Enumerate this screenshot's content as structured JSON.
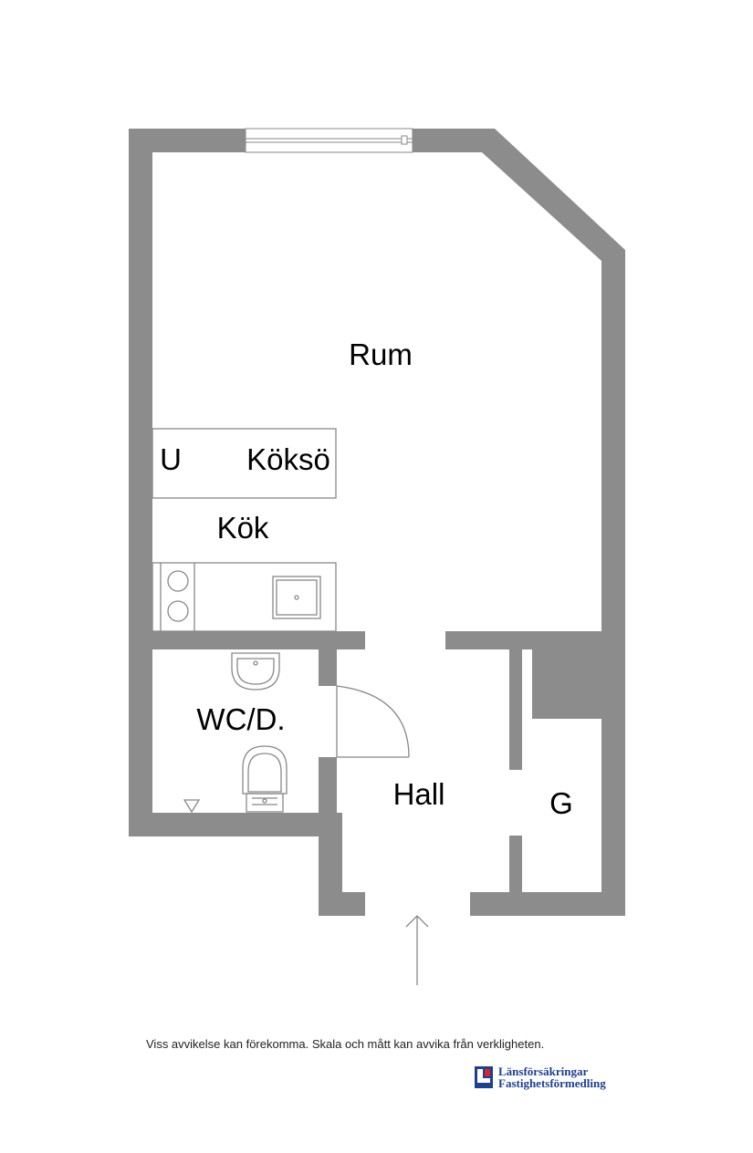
{
  "rooms": {
    "rum": "Rum",
    "u": "U",
    "kokso": "Köksö",
    "kok": "Kök",
    "wc": "WC/D.",
    "hall": "Hall",
    "g": "G"
  },
  "footer": {
    "disclaimer": "Viss avvikelse kan förekomma. Skala och mått kan avvika från verkligheten.",
    "brand_line1": "Länsförsäkringar",
    "brand_line2": "Fastighetsförmedling"
  },
  "colors": {
    "wall": "#8c8c8c",
    "fixture_line": "#888888",
    "brand_blue": "#1f3f8f",
    "brand_red": "#d6262d"
  },
  "icons": {
    "entrance": "entrance-arrow-icon",
    "logo": "lansforsakringar-logo-icon"
  }
}
